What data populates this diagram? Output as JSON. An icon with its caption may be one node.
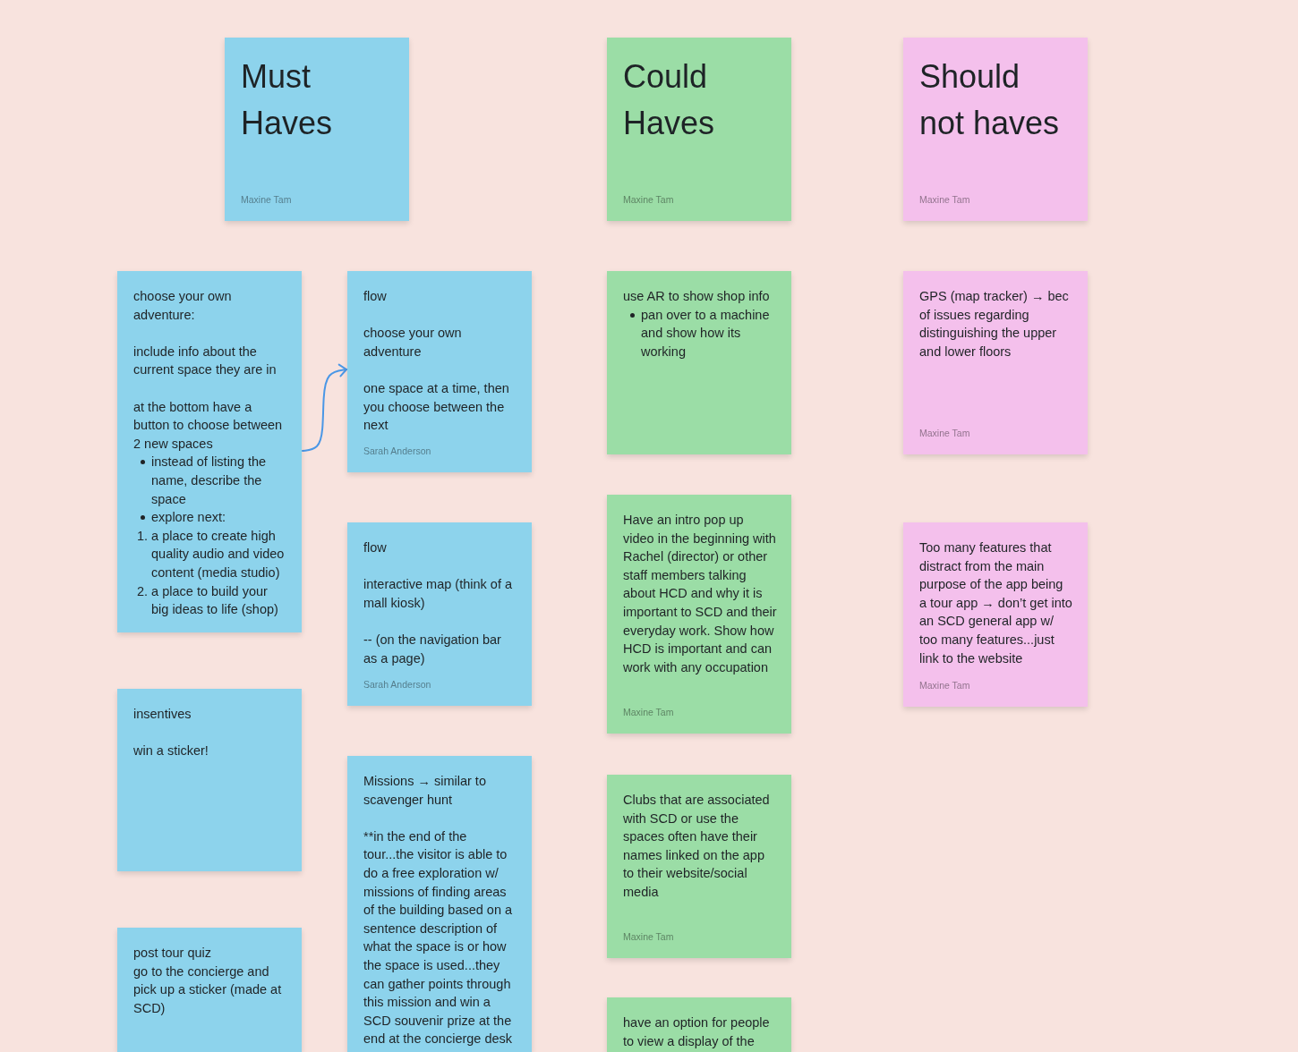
{
  "diagram": {
    "nodes": [
      {
        "text": [
          "Must Haves",
          "Maxine Tam"
        ]
      },
      {
        "text": [
          "Could Haves",
          "Maxine Tam"
        ]
      },
      {
        "text": [
          "Should not haves",
          "Maxine Tam"
        ]
      },
      {
        "text": [
          "choose your own adventure:",
          "include info about the current space they are in",
          "at the bottom have a button to choose between 2 new spaces",
          "instead of listing the name, describe the space",
          "explore next:",
          "1. a place to create high quality audio and video content (media studio)",
          "2. a place to build your big ideas to life (shop)"
        ]
      },
      {
        "text": [
          "flow",
          "choose your own adventure",
          "one space at a time, then you choose between the next",
          "Sarah Anderson"
        ]
      },
      {
        "text": [
          "use AR to show shop info",
          "pan over to a machine and show how its working"
        ]
      },
      {
        "text": [
          "GPS (map tracker) → bec of issues regarding distinguishing the upper and lower floors",
          "Maxine Tam"
        ]
      },
      {
        "text": [
          "flow",
          "interactive map (think of a mall kiosk)",
          "-- (on the navigation bar as a page)",
          "Sarah Anderson"
        ]
      },
      {
        "text": [
          "Have an intro pop up video in the beginning with Rachel (director) or other staff members talking about HCD and why it is important to SCD and their everyday work. Show how HCD is important and can work with any occupation",
          "Maxine Tam"
        ]
      },
      {
        "text": [
          "Too many features that distract from the main purpose of the app being a tour app → don’t get into an SCD general app w/ too many features...just link to the website",
          "Maxine Tam"
        ]
      },
      {
        "text": [
          "insentives",
          "win a sticker!"
        ]
      },
      {
        "text": [
          "Missions → similar to scavenger hunt",
          "**in the end of the tour...the visitor is able to do a free exploration w/ missions of finding areas of the building based on a sentence description of what the space is or how the space is used...they can gather points through this mission and win a SCD souvenir prize at the end at the concierge desk"
        ]
      },
      {
        "text": [
          "Clubs that are associated with SCD or use the spaces often have their names linked on the app to their website/social media",
          "Maxine Tam"
        ]
      },
      {
        "text": [
          "post tour quiz",
          "go to the concierge and pick up a sticker (made at SCD)"
        ]
      },
      {
        "text": [
          "have an option for people to view a display of the"
        ]
      }
    ],
    "edges": [
      {
        "from": 3,
        "to": 4,
        "arrow": "to"
      }
    ]
  }
}
